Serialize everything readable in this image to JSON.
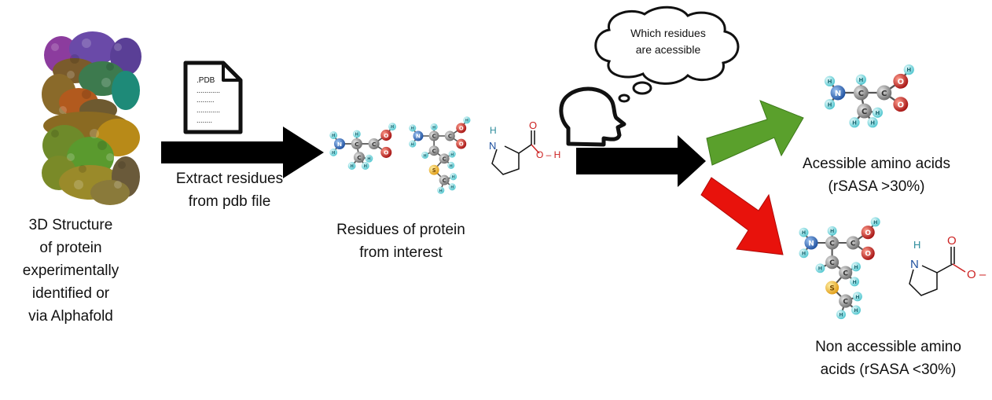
{
  "steps": {
    "structure": {
      "lines": [
        "3D Structure",
        "of protein",
        "experimentally",
        "identified or",
        "via Alphafold"
      ]
    },
    "extract": {
      "lines": [
        "Extract residues",
        "from pdb file"
      ]
    },
    "residues": {
      "lines": [
        "Residues of protein",
        "from interest"
      ]
    },
    "thought": {
      "lines": [
        "Which residues",
        "are acessible"
      ]
    },
    "accessible": {
      "lines": [
        "Acessible amino acids",
        "(rSASA >30%)"
      ]
    },
    "non_accessible": {
      "lines": [
        "Non accessible amino",
        "acids (rSASA <30%)"
      ]
    }
  },
  "pdb_file": {
    "label": ".PDB",
    "dots": [
      "............",
      ".........",
      "............",
      "........"
    ]
  },
  "atoms": {
    "H": "H",
    "N": "N",
    "C": "C",
    "O": "O",
    "S": "S"
  },
  "proline": {
    "H": "H",
    "N": "N",
    "O": "O",
    "OH": "O – H",
    "Ominus": "O –"
  },
  "colors": {
    "green_arrow": "#5aa02c",
    "red_arrow": "#e8120c",
    "black_arrow": "#000000",
    "hydrogen": "#7fe0e6",
    "nitrogen": "#2f6fc9",
    "carbon": "#9a9a9a",
    "oxygen": "#d32020",
    "sulfur": "#f5c02e"
  }
}
